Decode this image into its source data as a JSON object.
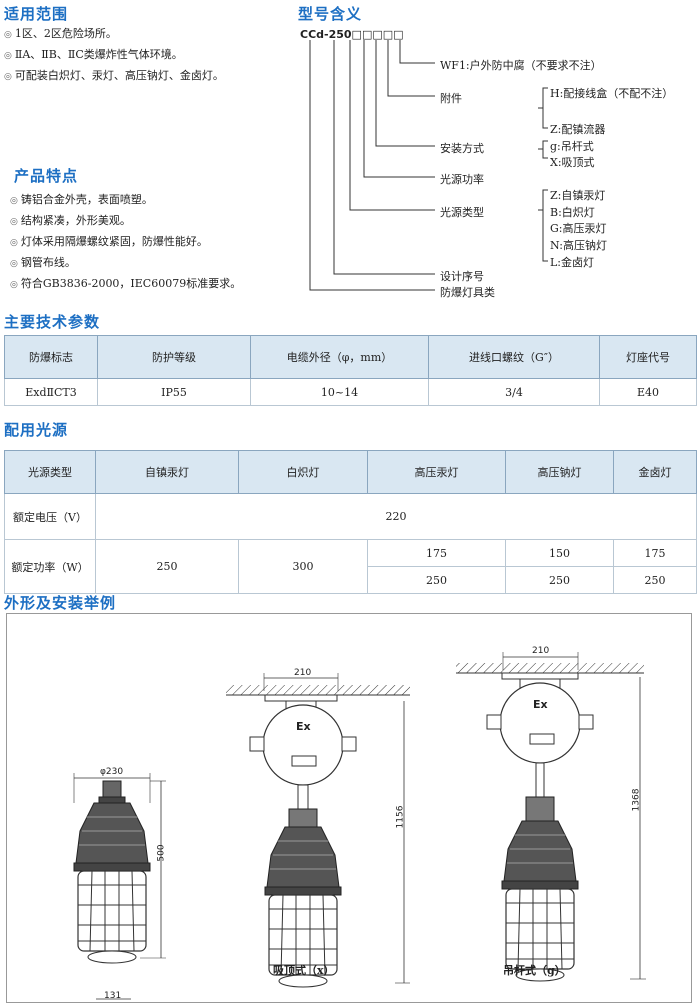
{
  "scope": {
    "title": "适用范围",
    "items": [
      "1区、2区危险场所。",
      "ⅡA、ⅡB、ⅡC类爆炸性气体环境。",
      "可配装白炽灯、汞灯、高压钠灯、金卤灯。"
    ]
  },
  "features": {
    "title": "产品特点",
    "items": [
      "铸铝合金外壳，表面喷塑。",
      "结构紧凑，外形美观。",
      "灯体采用隔爆螺纹紧固，防爆性能好。",
      "钢管布线。",
      "符合GB3836-2000，IEC60079标准要求。"
    ]
  },
  "model": {
    "title": "型号含义",
    "code": "CCd-250□□□□□",
    "labels": {
      "wf1": "WF1:户外防中腐（不要求不注）",
      "accessory": "附件",
      "mount": "安装方式",
      "power": "光源功率",
      "source_type": "光源类型",
      "design_no": "设计序号",
      "category": "防爆灯具类"
    },
    "accessory_options": [
      "H:配接线盒（不配不注）",
      "Z:配镇流器"
    ],
    "mount_options": [
      "g:吊杆式",
      "X:吸顶式"
    ],
    "source_options": [
      "Z:自镇汞灯",
      "B:白炽灯",
      "G:高压汞灯",
      "N:高压钠灯",
      "L:金卤灯"
    ]
  },
  "tech": {
    "title": "主要技术参数",
    "headers": [
      "防爆标志",
      "防护等级",
      "电缆外径（φ，mm）",
      "进线口螺纹（G″）",
      "灯座代号"
    ],
    "row": [
      "ExdⅡCT3",
      "IP55",
      "10~14",
      "3/4",
      "E40"
    ]
  },
  "source": {
    "title": "配用光源",
    "headers": [
      "光源类型",
      "自镇汞灯",
      "白炽灯",
      "高压汞灯",
      "高压钠灯",
      "金卤灯"
    ],
    "voltage_label": "额定电压（V）",
    "voltage": "220",
    "power_label": "额定功率（W）",
    "power_ballast": "250",
    "power_incandescent": "300",
    "power_row1": [
      "175",
      "150",
      "175"
    ],
    "power_row2": [
      "250",
      "250",
      "250"
    ]
  },
  "install": {
    "title": "外形及安装举例",
    "dim_dia": "φ230",
    "dim_h1": "500",
    "dim_w": "210",
    "dim_h2": "1156",
    "dim_w2": "210",
    "dim_h3": "1368",
    "dim_bottom": "131",
    "ex1": "Ex",
    "ex2": "Ex",
    "cap1": "吸顶式（x）",
    "cap2": "吊杆式（g）"
  }
}
